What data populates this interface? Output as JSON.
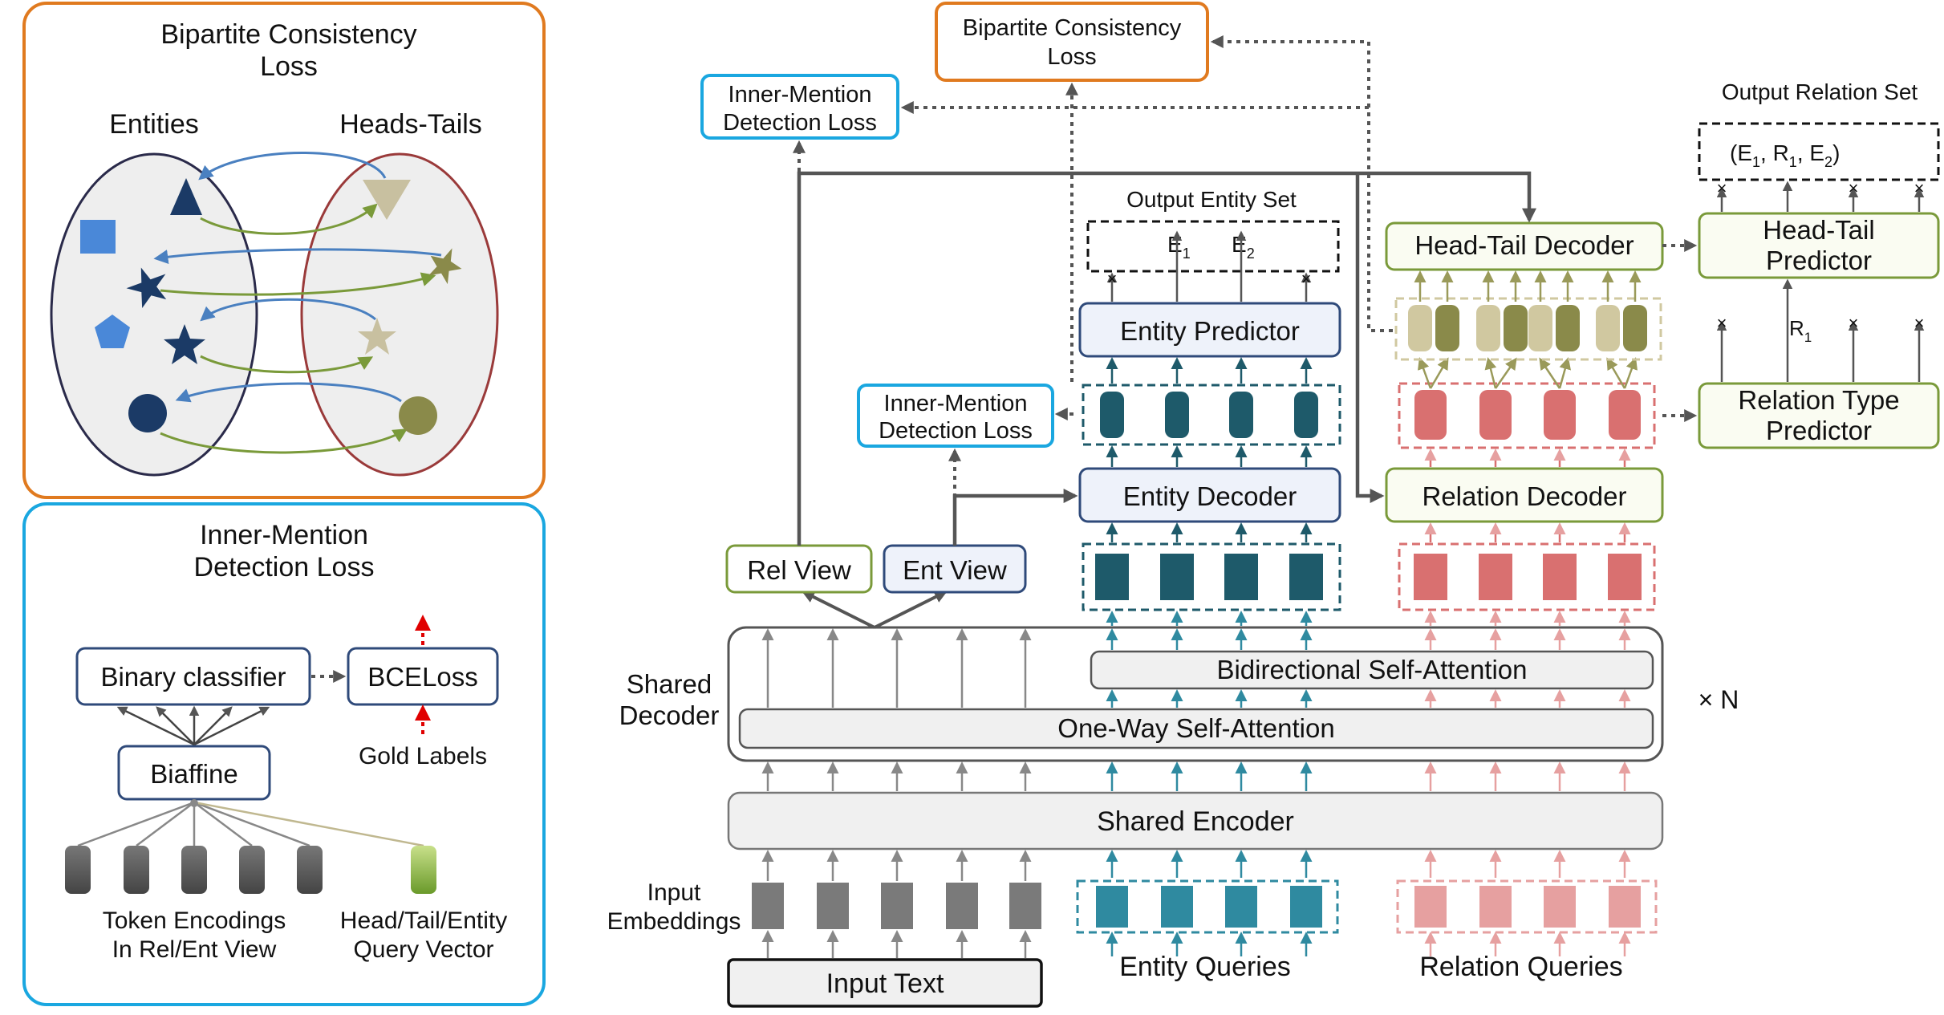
{
  "colors": {
    "orange": "#e07a1f",
    "cyan": "#1aa7e0",
    "navy": "#2f4a7a",
    "green": "#7a9a3a",
    "teal_dark": "#1e5a6a",
    "teal": "#2f8aa0",
    "red": "#d97070",
    "red_light": "#e6a0a0",
    "olive": "#8a8a4a",
    "olive_light": "#d0c8a0",
    "gray": "#7a7a7a",
    "box_fill": "#f0f0f0"
  },
  "left_top": {
    "title_line1": "Bipartite Consistency",
    "title_line2": "Loss",
    "entities_label": "Entities",
    "heads_tails_label": "Heads-Tails"
  },
  "left_bottom": {
    "title_line1": "Inner-Mention",
    "title_line2": "Detection Loss",
    "binary_classifier": "Binary classifier",
    "bce_loss": "BCELoss",
    "biaffine": "Biaffine",
    "gold_labels": "Gold Labels",
    "token_enc_line1": "Token Encodings",
    "token_enc_line2": "In Rel/Ent View",
    "query_vec_line1": "Head/Tail/Entity",
    "query_vec_line2": "Query Vector"
  },
  "main": {
    "bipartite_line1": "Bipartite Consistency",
    "bipartite_line2": "Loss",
    "inner_mention_top_line1": "Inner-Mention",
    "inner_mention_top_line2": "Detection Loss",
    "inner_mention_mid_line1": "Inner-Mention",
    "inner_mention_mid_line2": "Detection Loss",
    "output_entity_set": "Output Entity Set",
    "e1_base": "E",
    "e1_sub": "1",
    "e2_base": "E",
    "e2_sub": "2",
    "entity_predictor": "Entity Predictor",
    "entity_decoder": "Entity Decoder",
    "rel_view": "Rel View",
    "ent_view": "Ent View",
    "shared_decoder_line1": "Shared",
    "shared_decoder_line2": "Decoder",
    "bidirectional": "Bidirectional Self-Attention",
    "one_way": "One-Way Self-Attention",
    "times_n": "× N",
    "shared_encoder": "Shared Encoder",
    "input_emb_line1": "Input",
    "input_emb_line2": "Embeddings",
    "input_text": "Input Text",
    "entity_queries": "Entity Queries",
    "relation_queries": "Relation Queries",
    "head_tail_decoder": "Head-Tail Decoder",
    "relation_decoder": "Relation Decoder",
    "output_relation_set": "Output Relation Set",
    "triple_open": "(E",
    "triple_s1": "1",
    "triple_mid1": ", R",
    "triple_s2": "1",
    "triple_mid2": ", E",
    "triple_s3": "2",
    "triple_close": ")",
    "head_tail_predictor_line1": "Head-Tail",
    "head_tail_predictor_line2": "Predictor",
    "relation_type_line1": "Relation Type",
    "relation_type_line2": "Predictor",
    "r1_base": "R",
    "r1_sub": "1",
    "cross": "×"
  }
}
